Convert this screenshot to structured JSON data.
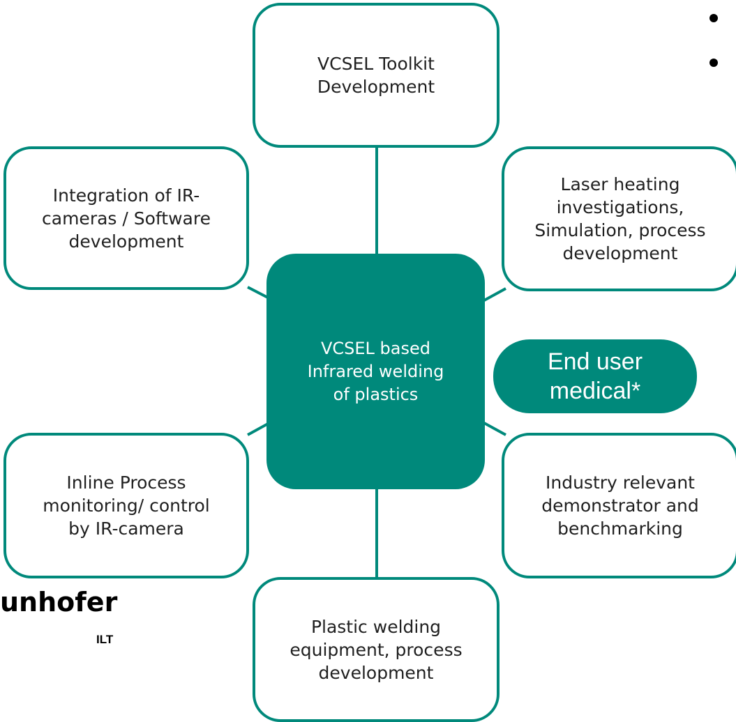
{
  "diagram": {
    "center": {
      "text": "VCSEL based\nInfrared welding\nof plastics"
    },
    "nodes": {
      "top": "VCSEL Toolkit\nDevelopment",
      "upper_left": "Integration of IR-\ncameras / Software\ndevelopment",
      "upper_right": "Laser heating\ninvestigations,\nSimulation, process\ndevelopment",
      "lower_left": "Inline Process\nmonitoring/ control\nby IR-camera",
      "lower_right": "Industry relevant\ndemonstrator and\nbenchmarking",
      "bottom": "Plastic welding\nequipment, process\ndevelopment"
    },
    "end_user": "End user\nmedical*",
    "logo": {
      "wordmark": "unhofer",
      "institute": "ILT"
    }
  },
  "colors": {
    "accent": "#00897b",
    "border": "#00897b",
    "text": "#1f1f1f",
    "bullet": "#000000"
  }
}
